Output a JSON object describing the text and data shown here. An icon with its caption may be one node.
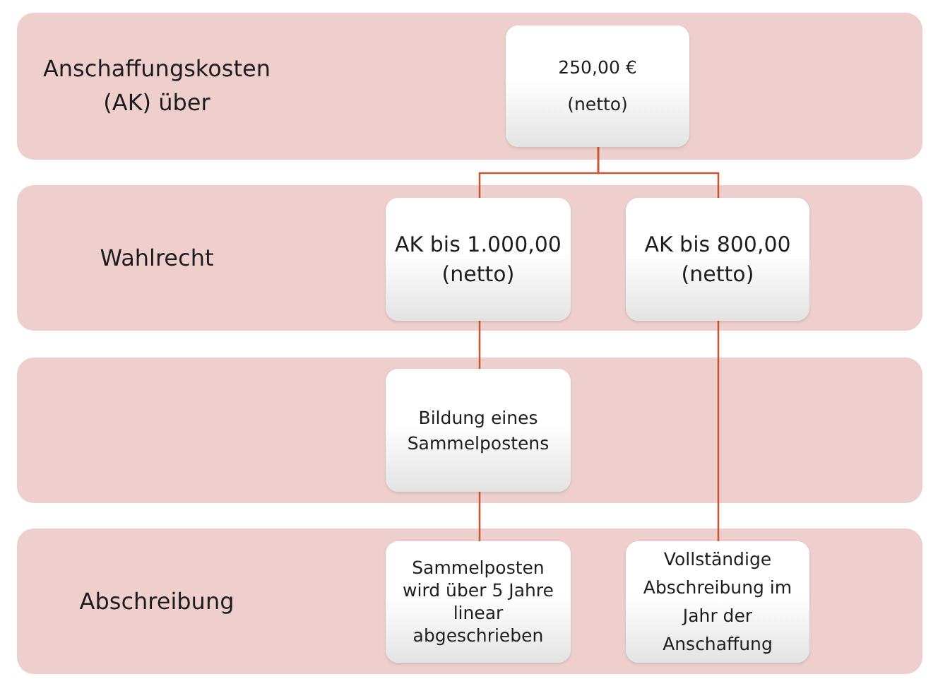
{
  "diagram": {
    "nodes": [
      {
        "text": [
          "Anschaffungskosten (AK) über"
        ]
      },
      {
        "text": [
          "250,00 € (netto)"
        ],
        "in": 0
      },
      {
        "text": [
          "Wahlrecht"
        ]
      },
      {
        "text": [
          "AK bis 1.000,00 (netto)"
        ],
        "in": 2
      },
      {
        "text": [
          "AK bis 800,00 (netto)"
        ],
        "in": 2
      },
      {
        "text": [],
        "shape": "band"
      },
      {
        "text": [
          "Bildung eines Sammelpostens"
        ],
        "in": 5
      },
      {
        "text": [
          "Abschreibung"
        ]
      },
      {
        "text": [
          "Sammelposten wird über 5 Jahre linear abgeschrieben"
        ],
        "in": 7
      },
      {
        "text": [
          "Vollständige Abschreibung im Jahr der Anschaffung"
        ],
        "in": 7
      }
    ],
    "edges": [
      {
        "from": 1,
        "to": 3,
        "arrow": "none"
      },
      {
        "from": 1,
        "to": 4,
        "arrow": "none"
      },
      {
        "from": 3,
        "to": 6,
        "arrow": "none"
      },
      {
        "from": 6,
        "to": 8,
        "arrow": "none"
      },
      {
        "from": 4,
        "to": 9,
        "arrow": "none"
      }
    ]
  }
}
